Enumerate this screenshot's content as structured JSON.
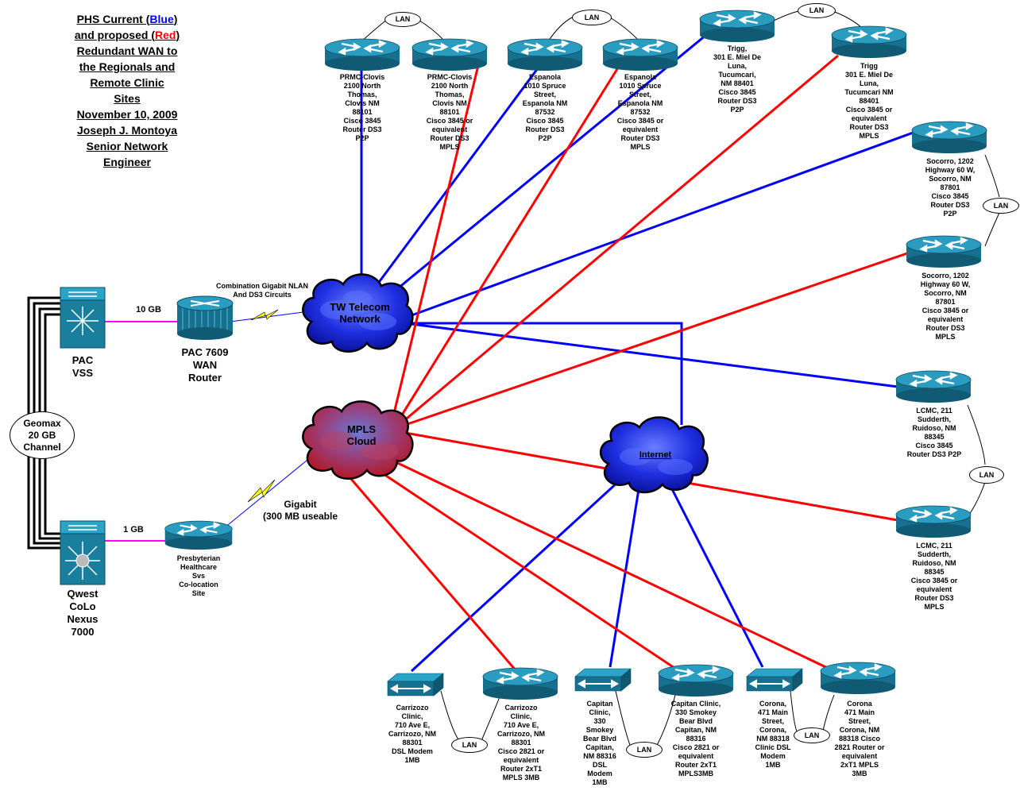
{
  "title": {
    "line1_pre": "PHS Current (",
    "line1_blue": "Blue",
    "line1_post": ")",
    "line2_pre": "and proposed (",
    "line2_red": "Red",
    "line2_post": ")",
    "rest": "Redundant WAN to\nthe Regionals and\nRemote Clinic\nSites\nNovember 10, 2009\nJoseph J. Montoya\nSenior Network\nEngineer"
  },
  "colors": {
    "current": "#0000ff",
    "proposed": "#ff0000",
    "device": "#1a7f9c",
    "lan_link": "#ff00ff"
  },
  "lan_label": "LAN",
  "geomax": "Geomax\n20 GB\nChannel",
  "devices": {
    "pac_vss": "PAC\nVSS",
    "qwest": "Qwest\nCoLo\nNexus\n7000",
    "pac7609": "PAC 7609\nWAN\nRouter",
    "phs_colo": "Presbyterian\nHealthcare\nSvs\nCo-location\nSite"
  },
  "links": {
    "ten_gb": "10 GB",
    "one_gb": "1 GB",
    "combo": "Combination Gigabit NLAN\nAnd DS3 Circuits",
    "gigabit": "Gigabit\n(300 MB useable"
  },
  "clouds": {
    "tw": "TW Telecom\nNetwork",
    "mpls": "MPLS\nCloud",
    "internet": "Internet"
  },
  "sites": {
    "prmc_p2p": "PRMC-Clovis\n2100 North\nThomas,\nClovis NM\n88101\nCisco 3845\nRouter DS3\nP2P",
    "prmc_mpls": "PRMC-Clovis\n2100 North\nThomas,\nClovis NM\n88101\nCisco 3845 or\nequivalent\nRouter DS3\nMPLS",
    "esp_p2p": "Espanola\n1010 Spruce\nStreet,\nEspanola NM\n87532\nCisco 3845\nRouter DS3\nP2P",
    "esp_mpls": "Espanola\n1010 Spruce\nStreet,\nEspanola NM\n87532\nCisco 3845 or\nequivalent\nRouter DS3\nMPLS",
    "trigg_p2p": "Trigg,\n301 E. Miel De\nLuna,\nTucumcari,\nNM  88401\nCisco 3845\nRouter DS3\nP2P",
    "trigg_mpls": "Trigg\n301 E. Miel De\nLuna,\nTucumcari NM\n88401\nCisco 3845 or\nequivalent\nRouter DS3\nMPLS",
    "soc_p2p": "Socorro, 1202\nHighway 60 W,\nSocorro, NM\n87801\nCisco 3845\nRouter DS3\nP2P",
    "soc_mpls": "Socorro, 1202\nHighway 60 W,\nSocorro, NM\n87801\nCisco 3845 or\nequivalent\nRouter DS3\nMPLS",
    "lcmc_p2p": "LCMC, 211\nSudderth,\nRuidoso, NM\n88345\nCisco 3845\nRouter DS3 P2P",
    "lcmc_mpls": "LCMC, 211\nSudderth,\nRuidoso, NM\n88345\nCisco 3845 or\nequivalent\nRouter DS3\nMPLS",
    "carr_dsl": "Carrizozo\nClinic,\n710 Ave E,\nCarrizozo, NM\n88301\nDSL Modem\n1MB",
    "carr_mpls": "Carrizozo\nClinic,\n710 Ave E,\nCarrizozo, NM\n88301\nCisco 2821 or\nequivalent\nRouter 2xT1\nMPLS 3MB",
    "cap_dsl": "Capitan\nClinic,\n330\nSmokey\nBear Blvd\nCapitan,\nNM  88316\nDSL\nModem\n1MB",
    "cap_mpls": "Capitan Clinic,\n330 Smokey\nBear Blvd\nCapitan, NM\n88316\nCisco 2821 or\nequivalent\nRouter 2xT1\nMPLS3MB",
    "cor_dsl": "Corona,\n471 Main\nStreet,\nCorona,\nNM  88318\nClinic DSL\nModem\n1MB",
    "cor_mpls": "Corona\n471 Main\nStreet,\nCorona, NM\n88318 Cisco\n2821 Router or\nequivalent\n2xT1 MPLS\n3MB"
  }
}
